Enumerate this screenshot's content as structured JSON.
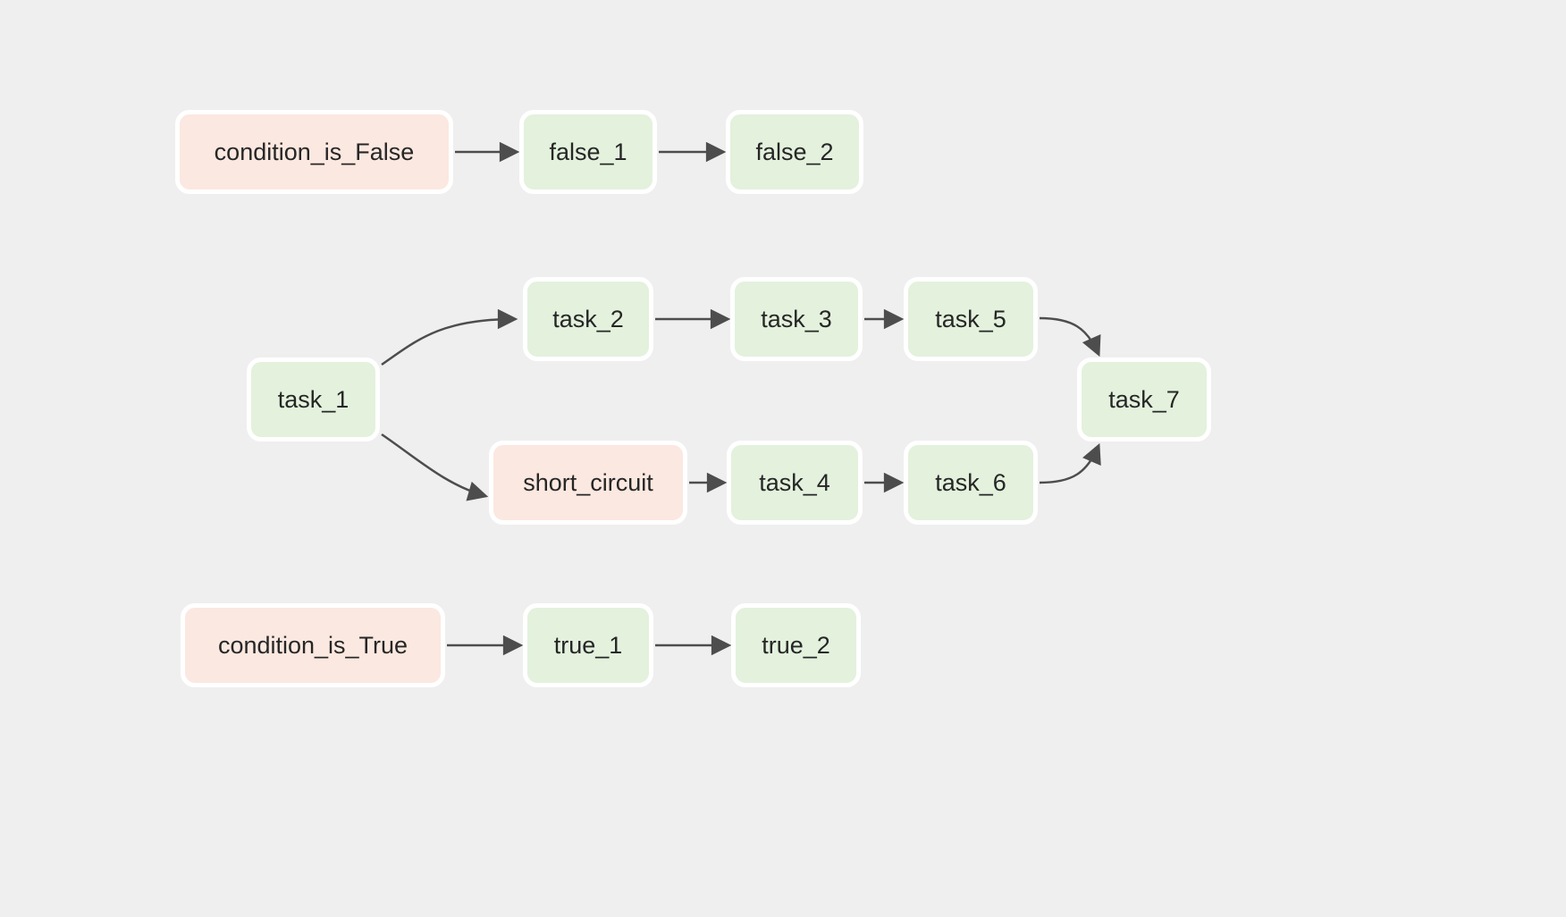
{
  "diagram": {
    "type": "dag-graph",
    "colors": {
      "background": "#efefef",
      "node_success_fill": "#e3f1dd",
      "node_condition_fill": "#fbe8e0",
      "node_border": "#ffffff",
      "edge": "#4d4d4d",
      "text": "#262626"
    },
    "nodes": [
      {
        "id": "condition_is_False",
        "label": "condition_is_False",
        "variant": "condition"
      },
      {
        "id": "false_1",
        "label": "false_1",
        "variant": "success"
      },
      {
        "id": "false_2",
        "label": "false_2",
        "variant": "success"
      },
      {
        "id": "task_1",
        "label": "task_1",
        "variant": "success"
      },
      {
        "id": "task_2",
        "label": "task_2",
        "variant": "success"
      },
      {
        "id": "task_3",
        "label": "task_3",
        "variant": "success"
      },
      {
        "id": "task_5",
        "label": "task_5",
        "variant": "success"
      },
      {
        "id": "short_circuit",
        "label": "short_circuit",
        "variant": "condition"
      },
      {
        "id": "task_4",
        "label": "task_4",
        "variant": "success"
      },
      {
        "id": "task_6",
        "label": "task_6",
        "variant": "success"
      },
      {
        "id": "task_7",
        "label": "task_7",
        "variant": "success"
      },
      {
        "id": "condition_is_True",
        "label": "condition_is_True",
        "variant": "condition"
      },
      {
        "id": "true_1",
        "label": "true_1",
        "variant": "success"
      },
      {
        "id": "true_2",
        "label": "true_2",
        "variant": "success"
      }
    ],
    "edges": [
      {
        "from": "condition_is_False",
        "to": "false_1"
      },
      {
        "from": "false_1",
        "to": "false_2"
      },
      {
        "from": "task_1",
        "to": "task_2"
      },
      {
        "from": "task_1",
        "to": "short_circuit"
      },
      {
        "from": "task_2",
        "to": "task_3"
      },
      {
        "from": "task_3",
        "to": "task_5"
      },
      {
        "from": "task_5",
        "to": "task_7"
      },
      {
        "from": "short_circuit",
        "to": "task_4"
      },
      {
        "from": "task_4",
        "to": "task_6"
      },
      {
        "from": "task_6",
        "to": "task_7"
      },
      {
        "from": "condition_is_True",
        "to": "true_1"
      },
      {
        "from": "true_1",
        "to": "true_2"
      }
    ]
  }
}
